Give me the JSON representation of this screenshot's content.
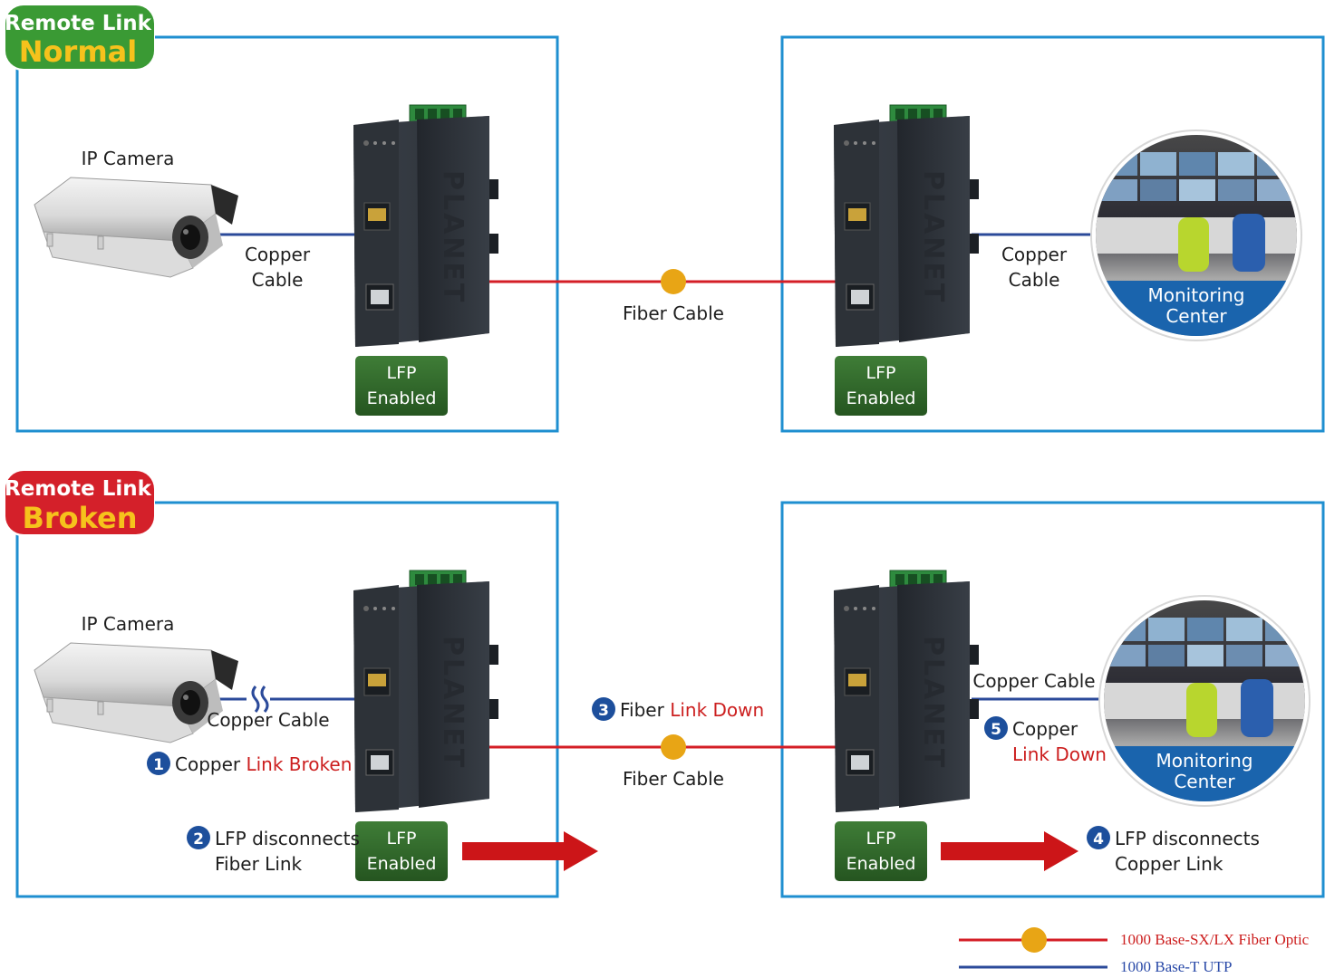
{
  "colors": {
    "frame_blue": "#1f8fd0",
    "copper_line": "#2b4a9a",
    "fiber_line": "#d41e26",
    "fiber_dot": "#e8a515",
    "lfp_green": "#2f6b2a",
    "normal_badge": "#3a9a34",
    "broken_badge": "#d4202a",
    "badge_status_text": "#f6c21c",
    "arrow_red": "#cc1518",
    "step_circle": "#1d4f9c",
    "monitor_banner": "#1a64ad"
  },
  "icons": [
    "ip-camera-icon",
    "media-converter-icon",
    "monitoring-center-photo",
    "broken-link-icon",
    "arrow-right-icon"
  ],
  "scenario_normal": {
    "badge_line1": "Remote Link",
    "badge_line2": "Normal",
    "camera_label": "IP Camera",
    "copper_left_l1": "Copper",
    "copper_left_l2": "Cable",
    "fiber_label": "Fiber Cable",
    "copper_right_l1": "Copper",
    "copper_right_l2": "Cable",
    "lfp_left_l1": "LFP",
    "lfp_left_l2": "Enabled",
    "lfp_right_l1": "LFP",
    "lfp_right_l2": "Enabled",
    "monitor_l1": "Monitoring",
    "monitor_l2": "Center",
    "device_brand": "PLANET"
  },
  "scenario_broken": {
    "badge_line1": "Remote Link",
    "badge_line2": "Broken",
    "camera_label": "IP Camera",
    "copper_left_label": "Copper Cable",
    "fiber_label": "Fiber Cable",
    "copper_right_label": "Copper Cable",
    "lfp_left_l1": "LFP",
    "lfp_left_l2": "Enabled",
    "lfp_right_l1": "LFP",
    "lfp_right_l2": "Enabled",
    "monitor_l1": "Monitoring",
    "monitor_l2": "Center",
    "device_brand": "PLANET",
    "steps": [
      {
        "num": "1",
        "text": "Copper ",
        "highlight": "Link Broken"
      },
      {
        "num": "2",
        "line1": "LFP disconnects",
        "line2": "Fiber Link"
      },
      {
        "num": "3",
        "text": "Fiber ",
        "highlight": "Link Down"
      },
      {
        "num": "4",
        "line1": "LFP disconnects",
        "line2": "Copper Link"
      },
      {
        "num": "5",
        "line1": "Copper",
        "line2": "Link Down"
      }
    ]
  },
  "legend": {
    "fiber": "1000 Base-SX/LX Fiber Optic",
    "utp": "1000 Base-T UTP"
  }
}
